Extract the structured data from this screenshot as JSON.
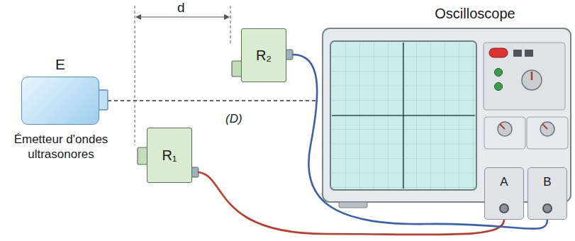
{
  "diagram": {
    "nodes": [
      {
        "text": [
          "E",
          "Émetteur d'ondes ultrasonores"
        ]
      },
      {
        "text": [
          "R₂"
        ]
      },
      {
        "text": [
          "R₁"
        ]
      },
      {
        "text": [
          "Oscilloscope"
        ]
      },
      {
        "text": [
          "A"
        ],
        "in": 3
      },
      {
        "text": [
          "B"
        ],
        "in": 3
      }
    ],
    "edges": [
      {
        "from": 2,
        "to": 4,
        "arrow": "none"
      },
      {
        "from": 1,
        "to": 5,
        "arrow": "none"
      }
    ],
    "labels": [
      "d",
      "(D)"
    ]
  }
}
